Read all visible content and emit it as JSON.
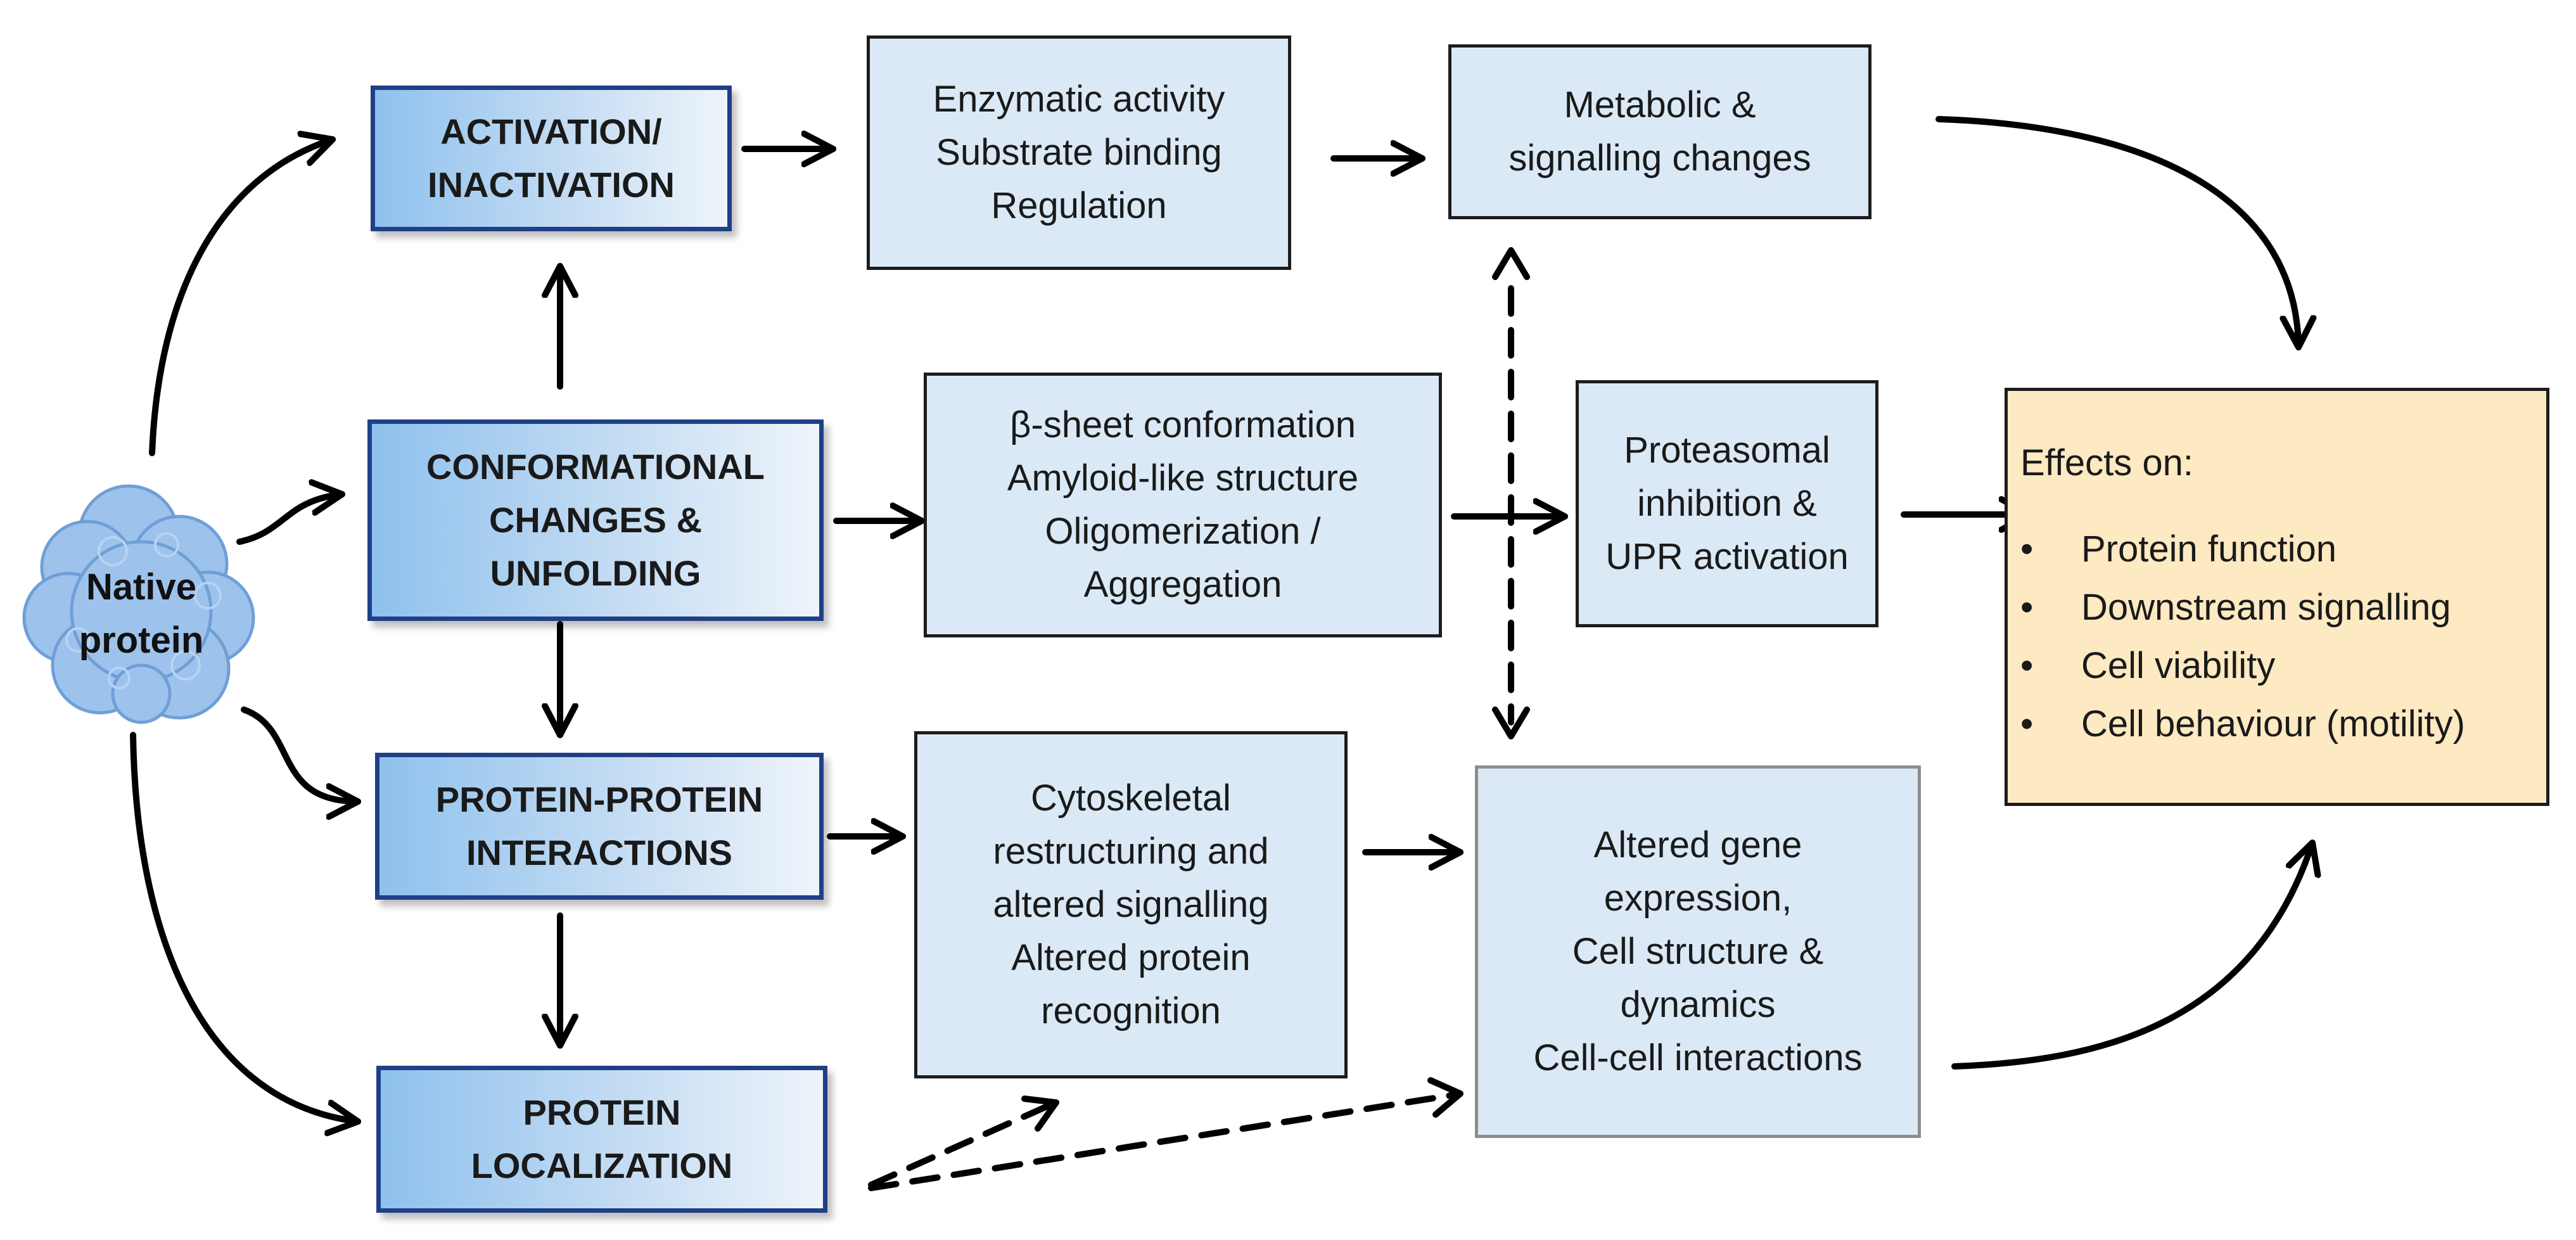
{
  "native_protein": {
    "lines": [
      "Native",
      "protein"
    ]
  },
  "mechanisms": {
    "activation": [
      "ACTIVATION/",
      "INACTIVATION"
    ],
    "conformational": [
      "CONFORMATIONAL",
      "CHANGES &",
      "UNFOLDING"
    ],
    "ppi": [
      "PROTEIN-PROTEIN",
      "INTERACTIONS"
    ],
    "localization": [
      "PROTEIN",
      "LOCALIZATION"
    ]
  },
  "consequences": {
    "enzymatic": [
      "Enzymatic activity",
      "Substrate binding",
      "Regulation"
    ],
    "beta_sheet": [
      "β-sheet conformation",
      "Amyloid-like structure",
      "Oligomerization /",
      "Aggregation"
    ],
    "cytoskeletal": [
      "Cytoskeletal",
      "restructuring and",
      "altered signalling",
      "Altered protein",
      "recognition"
    ]
  },
  "downstream": {
    "metabolic": [
      "Metabolic &",
      "signalling changes"
    ],
    "proteasomal": [
      "Proteasomal",
      "inhibition &",
      "UPR activation"
    ],
    "gene_expression": [
      "Altered gene",
      "expression,",
      "Cell structure &",
      "dynamics",
      "Cell-cell interactions"
    ]
  },
  "effects": {
    "title": "Effects on:",
    "items": [
      "Protein function",
      "Downstream signalling",
      "Cell viability",
      "Cell behaviour (motility)"
    ]
  },
  "colors": {
    "key_border": "#1f3f86",
    "key_fill_start": "#8fc1ee",
    "desc_fill": "#dbe9f6",
    "effects_fill": "#fde9c2",
    "protein_fill": "#9dc3ec",
    "arrow": "#000000"
  }
}
